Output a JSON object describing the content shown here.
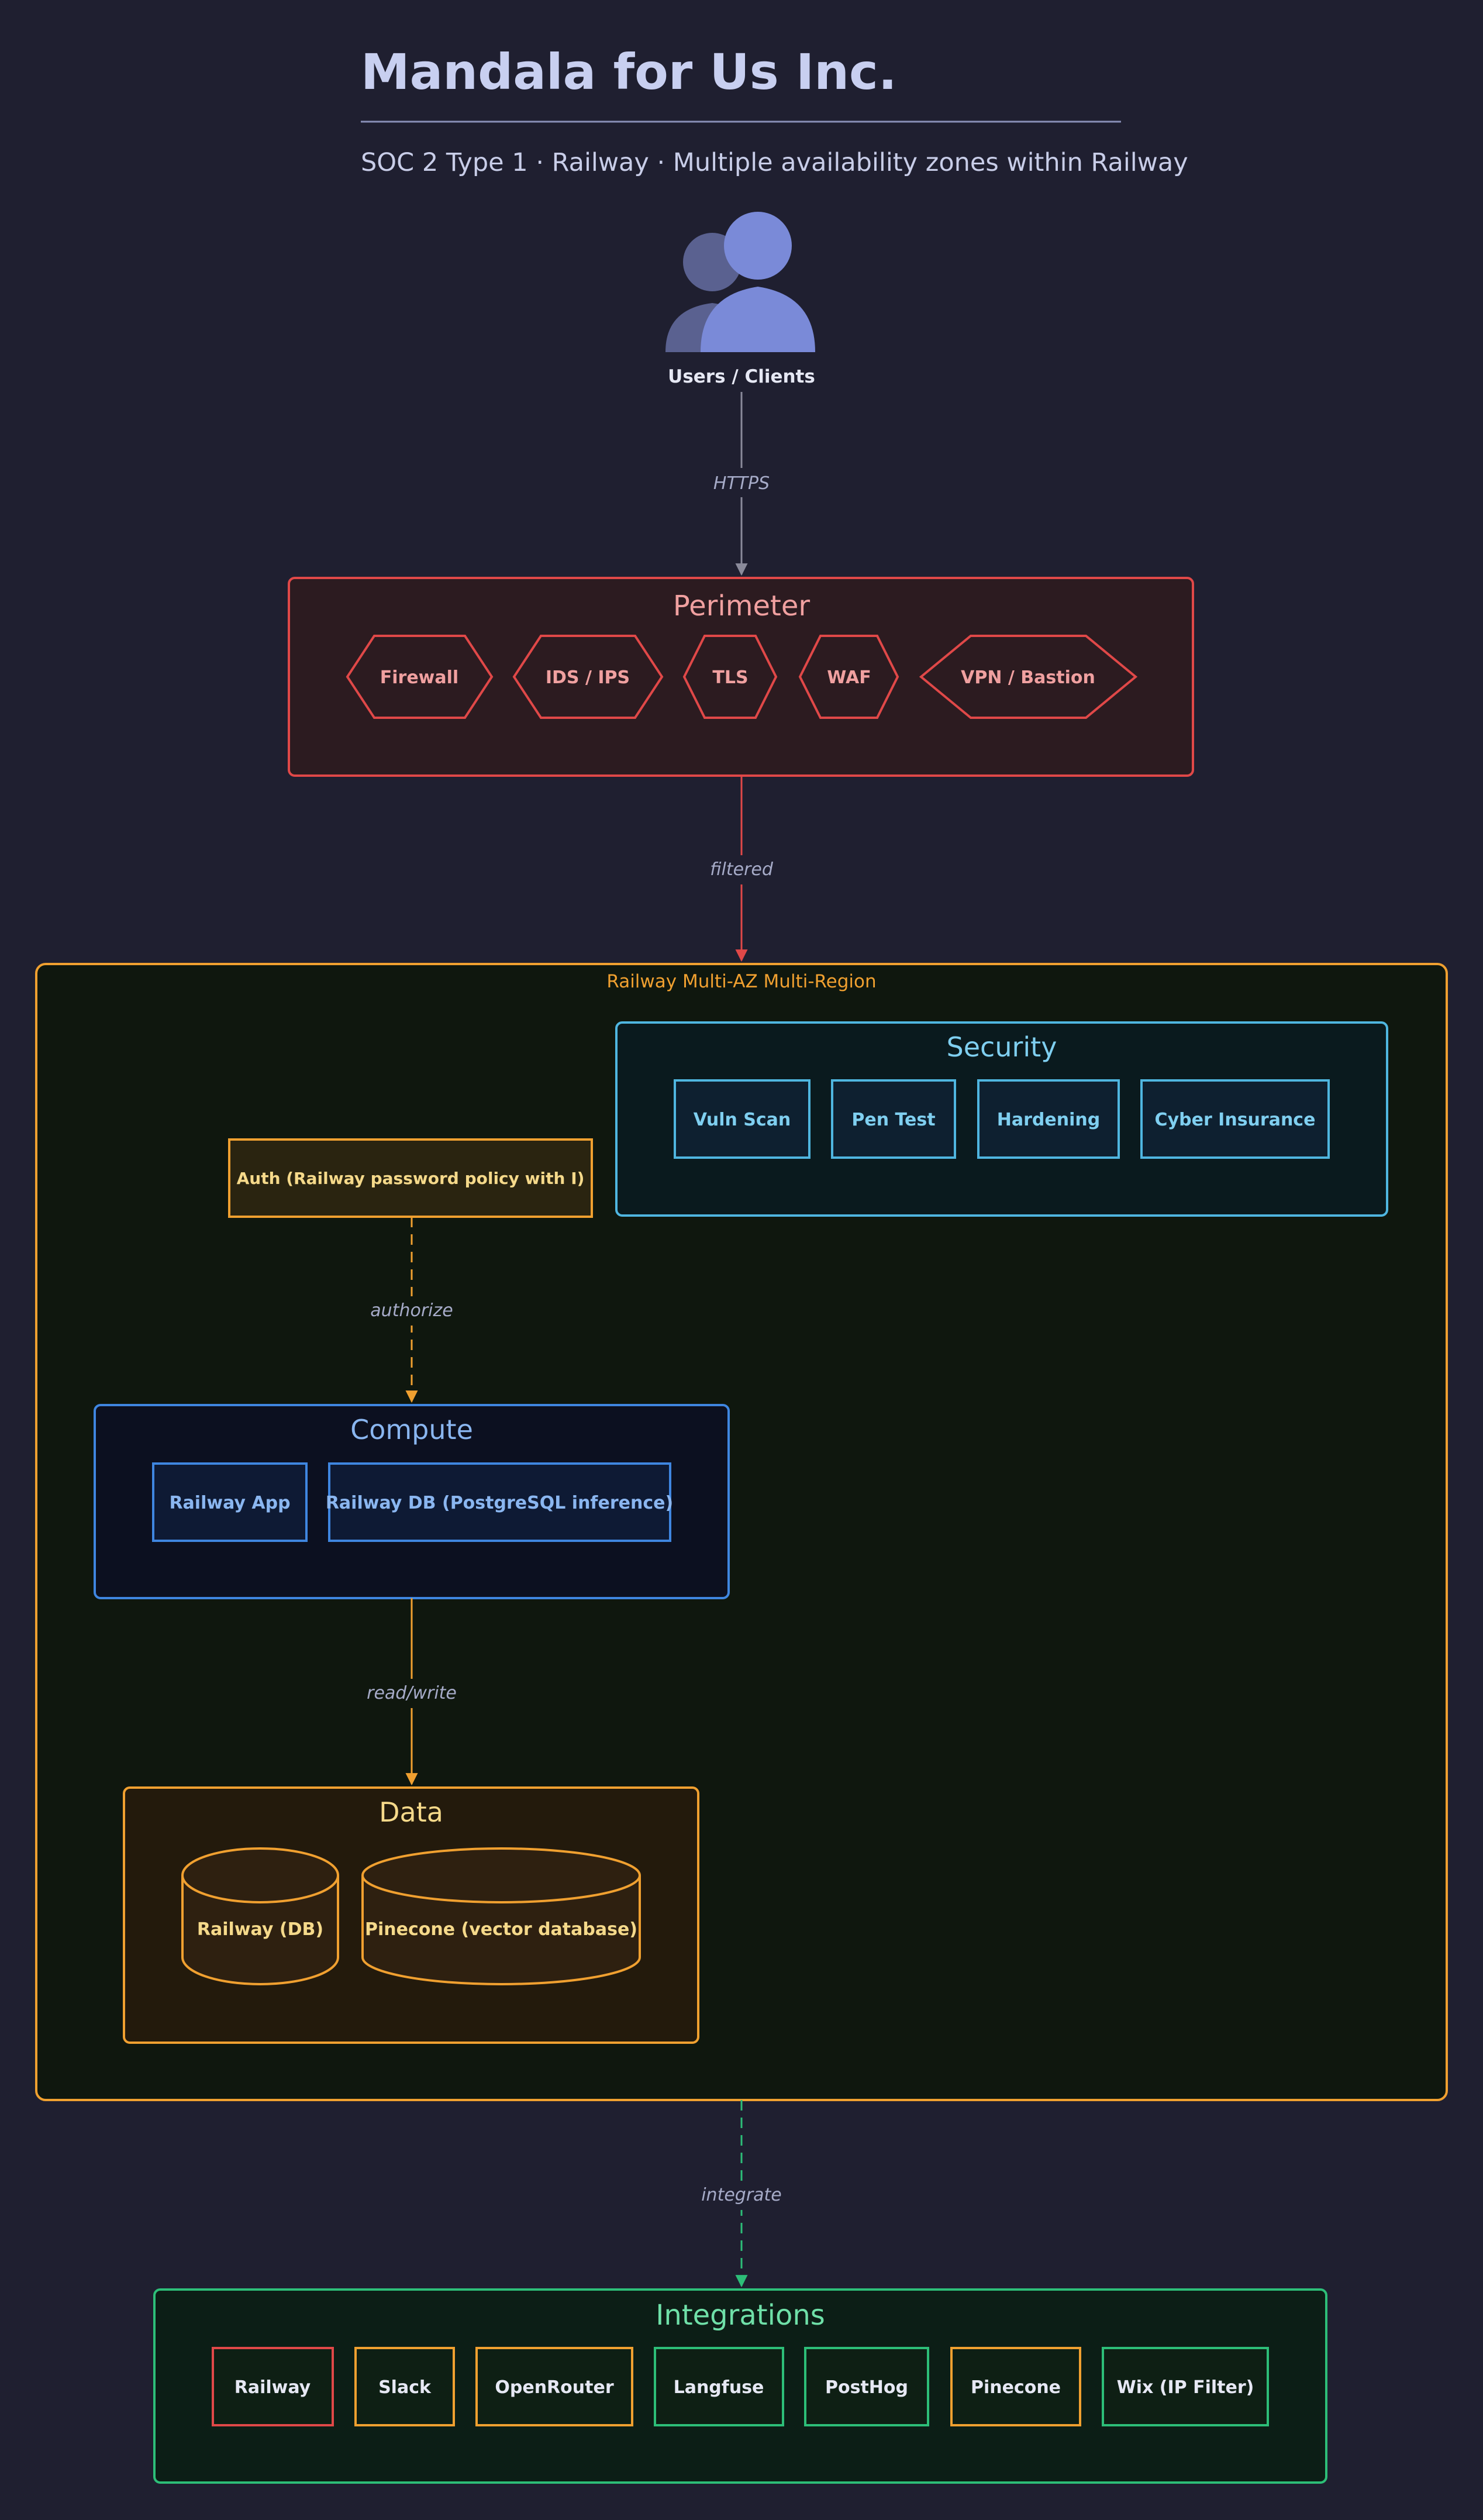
{
  "header": {
    "title": "Mandala for Us Inc.",
    "subtitle": "SOC 2 Type 1 · Railway · Multiple availability zones within Railway"
  },
  "users": {
    "label": "Users / Clients",
    "icon": "users-icon"
  },
  "edges": {
    "https": "HTTPS",
    "filtered": "filtered",
    "authorize": "authorize",
    "read_write": "read/write",
    "integrate": "integrate"
  },
  "perimeter": {
    "title": "Perimeter",
    "items": [
      "Firewall",
      "IDS / IPS",
      "TLS",
      "WAF",
      "VPN / Bastion"
    ]
  },
  "region": {
    "label": "Railway Multi-AZ Multi-Region"
  },
  "security": {
    "title": "Security",
    "items": [
      "Vuln Scan",
      "Pen Test",
      "Hardening",
      "Cyber Insurance"
    ]
  },
  "auth": {
    "label": "Auth (Railway password policy with I)"
  },
  "compute": {
    "title": "Compute",
    "items": [
      "Railway App",
      "Railway DB (PostgreSQL inference)"
    ]
  },
  "data": {
    "title": "Data",
    "items": [
      "Railway (DB)",
      "Pinecone (vector database)"
    ]
  },
  "integrations": {
    "title": "Integrations",
    "items": [
      "Railway",
      "Slack",
      "OpenRouter",
      "Langfuse",
      "PostHog",
      "Pinecone",
      "Wix (IP Filter)"
    ]
  },
  "colors": {
    "background": "#1f1f30",
    "perimeter": "#e04848",
    "region": "#f0a030",
    "security": "#4fb6e0",
    "compute": "#3f86e0",
    "data": "#f0a030",
    "integrations": "#2dbe78",
    "users": "#7a8ad8"
  }
}
